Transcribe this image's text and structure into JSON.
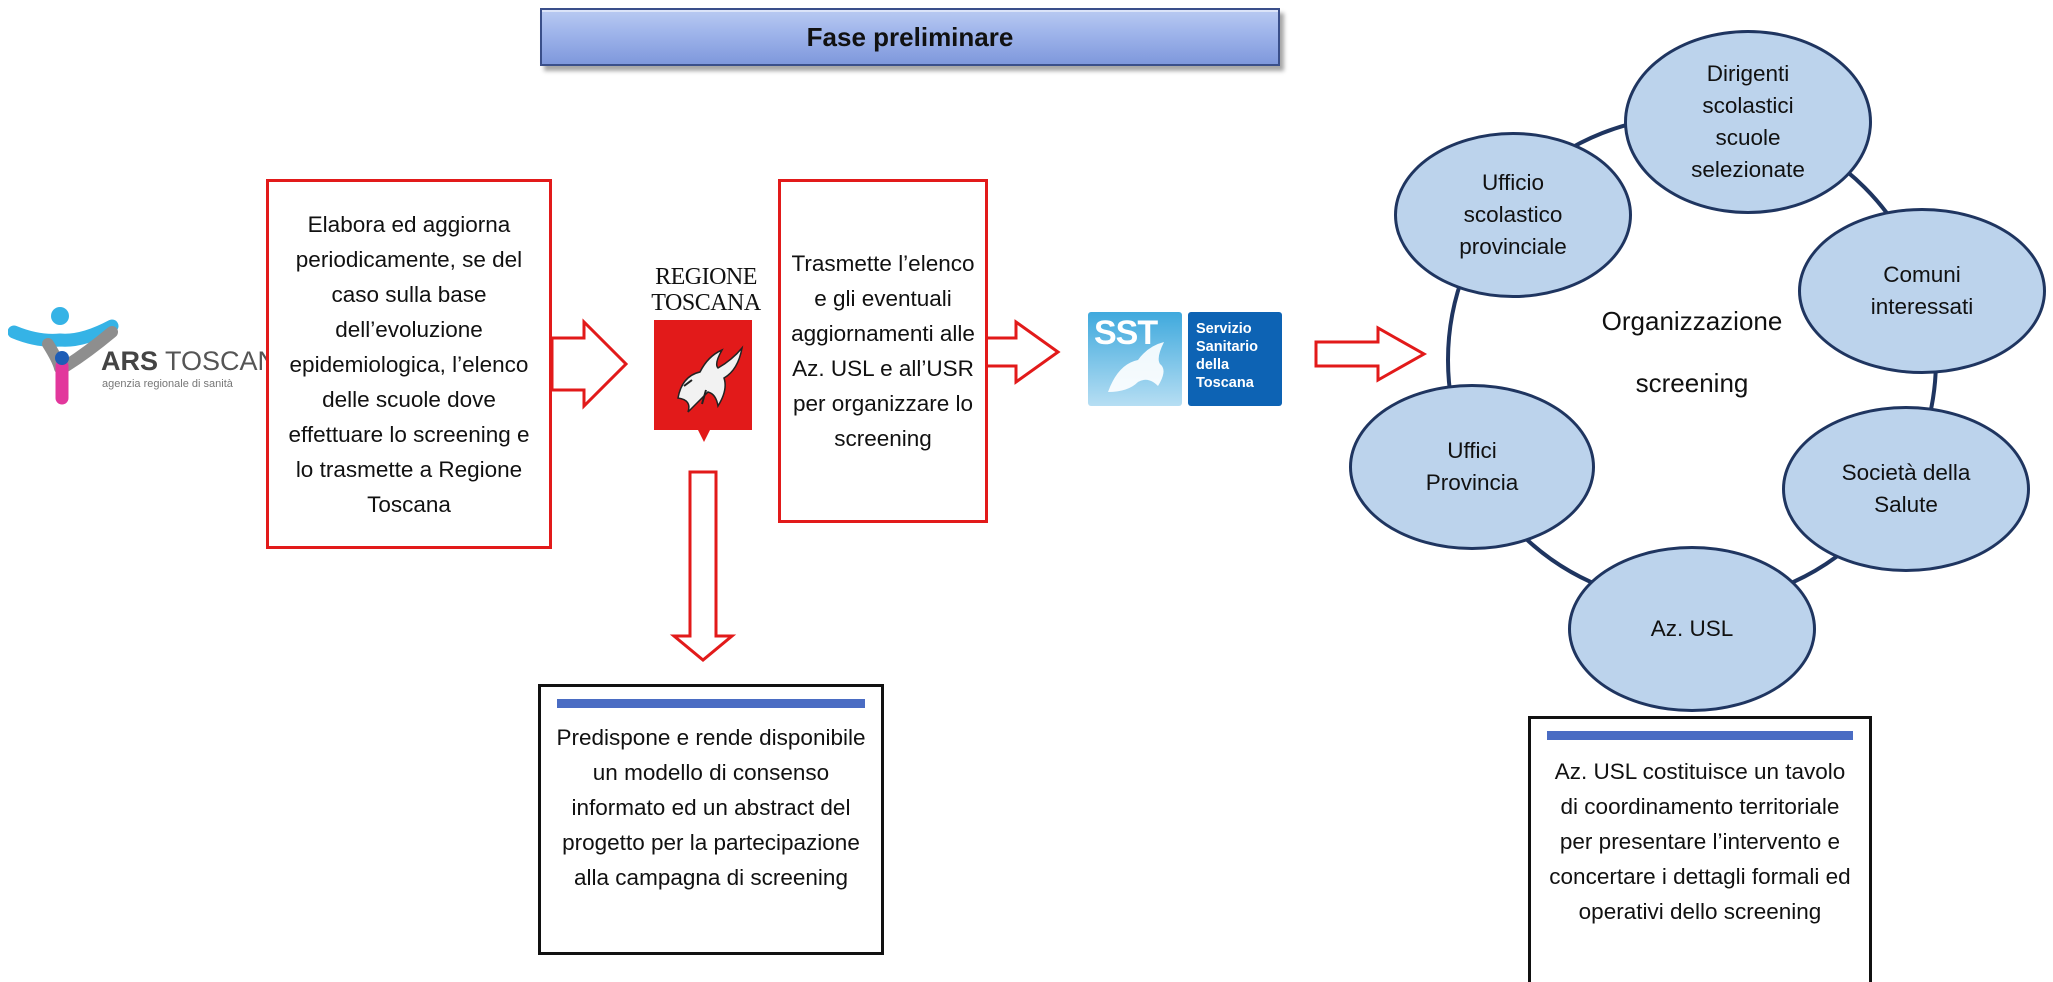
{
  "title": "Fase preliminare",
  "ars_logo": {
    "brand_bold": "ARS",
    "brand_rest": " TOSCANA",
    "subtitle": "agenzia regionale di sanità"
  },
  "regione_logo": {
    "line1": "REGIONE",
    "line2": "TOSCANA"
  },
  "sst_logo": {
    "mark": "SST",
    "line1": "Servizio",
    "line2": "Sanitario",
    "line3": "della",
    "line4": "Toscana"
  },
  "box_ars": "Elabora ed aggiorna periodicamente, se del caso sulla base dell’evoluzione epidemiologica, l’elenco delle scuole dove effettuare lo screening e lo trasmette a Regione Toscana",
  "box_regione": "Trasmette l’elenco e gli eventuali aggiornamenti alle Az. USL e all’USR per organizzare lo screening",
  "box_consenso": "Predispone e rende disponibile un modello di consenso informato ed un abstract del progetto per la partecipazione alla campagna di screening",
  "box_usl": "Az. USL costituisce un tavolo di coordinamento territoriale per presentare l’intervento e concertare i dettagli formali ed operativi dello screening",
  "cycle": {
    "center_line1": "Organizzazione",
    "center_line2": "screening",
    "nodes": {
      "dirigenti": "Dirigenti scolastici scuole selezionate",
      "comuni": "Comuni interessati",
      "societa": "Società della Salute",
      "azusl": "Az. USL",
      "uffici_provincia": "Uffici Provincia",
      "ufficio_scolastico": "Ufficio scolastico provinciale"
    }
  },
  "colors": {
    "red": "#e21a1a",
    "ellipse_fill": "#bcd3ec",
    "ellipse_border": "#1f3560",
    "accent_bar": "#4a6cc3",
    "title_bar": "#9db3ea"
  }
}
